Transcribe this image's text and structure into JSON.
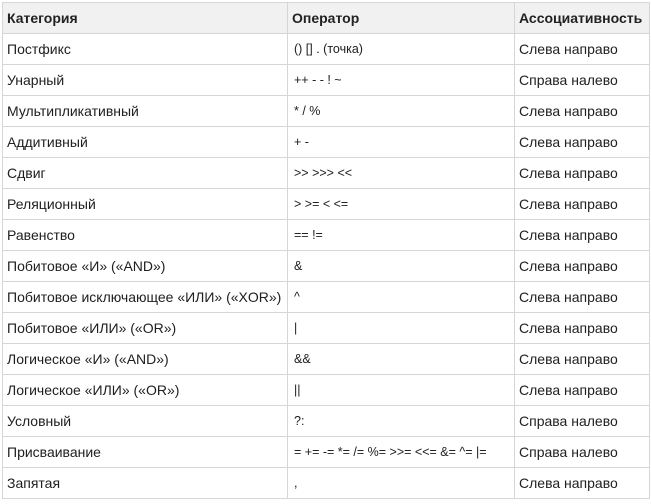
{
  "table": {
    "headers": [
      "Категория",
      "Оператор",
      "Ассоциативность"
    ],
    "rows": [
      [
        "Постфикс",
        "() [] . (точка)",
        "Слева направо"
      ],
      [
        "Унарный",
        "++ - - ! ~",
        "Справа налево"
      ],
      [
        "Мультипликативный",
        "* / %",
        "Слева направо"
      ],
      [
        "Аддитивный",
        "+ -",
        "Слева направо"
      ],
      [
        "Сдвиг",
        ">> >>> <<",
        "Слева направо"
      ],
      [
        "Реляционный",
        "> >= < <=",
        "Слева направо"
      ],
      [
        "Равенство",
        "== !=",
        "Слева направо"
      ],
      [
        "Побитовое «И» («AND»)",
        "&",
        "Слева направо"
      ],
      [
        "Побитовое исключающее «ИЛИ» («XOR»)",
        "^",
        "Слева направо"
      ],
      [
        "Побитовое «ИЛИ» («OR»)",
        "|",
        "Слева направо"
      ],
      [
        "Логическое «И» («AND»)",
        "&&",
        "Слева направо"
      ],
      [
        "Логическое «ИЛИ» («OR»)",
        "||",
        "Слева направо"
      ],
      [
        "Условный",
        "?:",
        "Справа налево"
      ],
      [
        "Присваивание",
        "= += -= *= /= %= >>= <<= &= ^= |=",
        "Справа налево"
      ],
      [
        "Запятая",
        ",",
        "Слева направо"
      ]
    ]
  },
  "colors": {
    "header_background": "#f1f1f1",
    "border": "#d6d6d6",
    "text": "#202020"
  }
}
